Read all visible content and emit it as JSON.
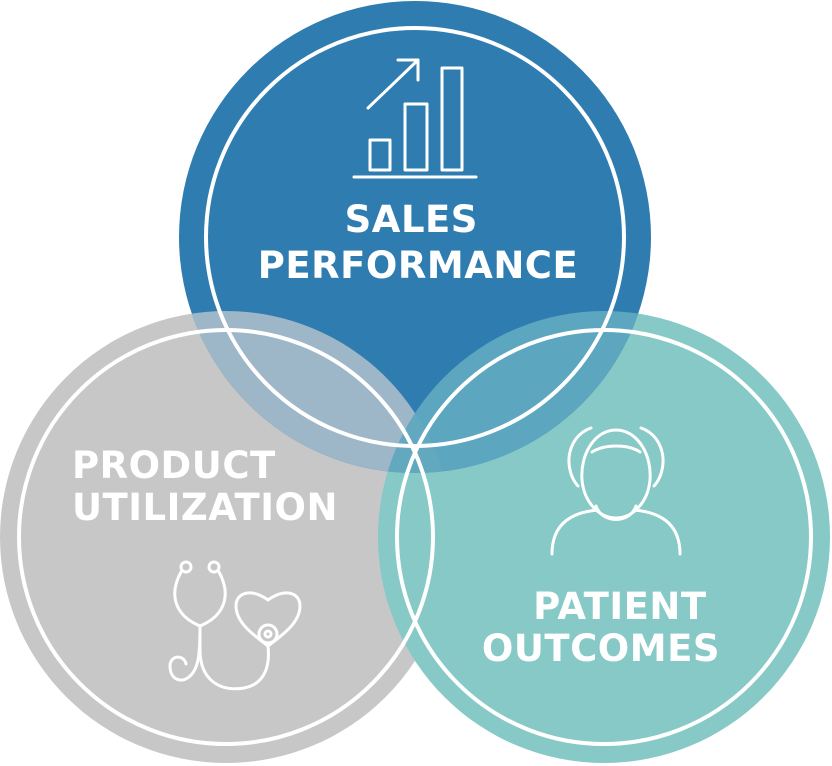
{
  "circles": {
    "sales": {
      "label_line1": "SALES",
      "label_line2": "PERFORMANCE",
      "color": "#2f7db0",
      "icon": "bar-chart-growth-icon"
    },
    "product": {
      "label_line1": "PRODUCT",
      "label_line2": "UTILIZATION",
      "color": "#c7c7c7",
      "icon": "stethoscope-heart-icon"
    },
    "patient": {
      "label_line1": "PATIENT",
      "label_line2": "OUTCOMES",
      "color": "#86c9c6",
      "icon": "patient-person-icon"
    }
  },
  "overlap_color": "#a0b9c8"
}
